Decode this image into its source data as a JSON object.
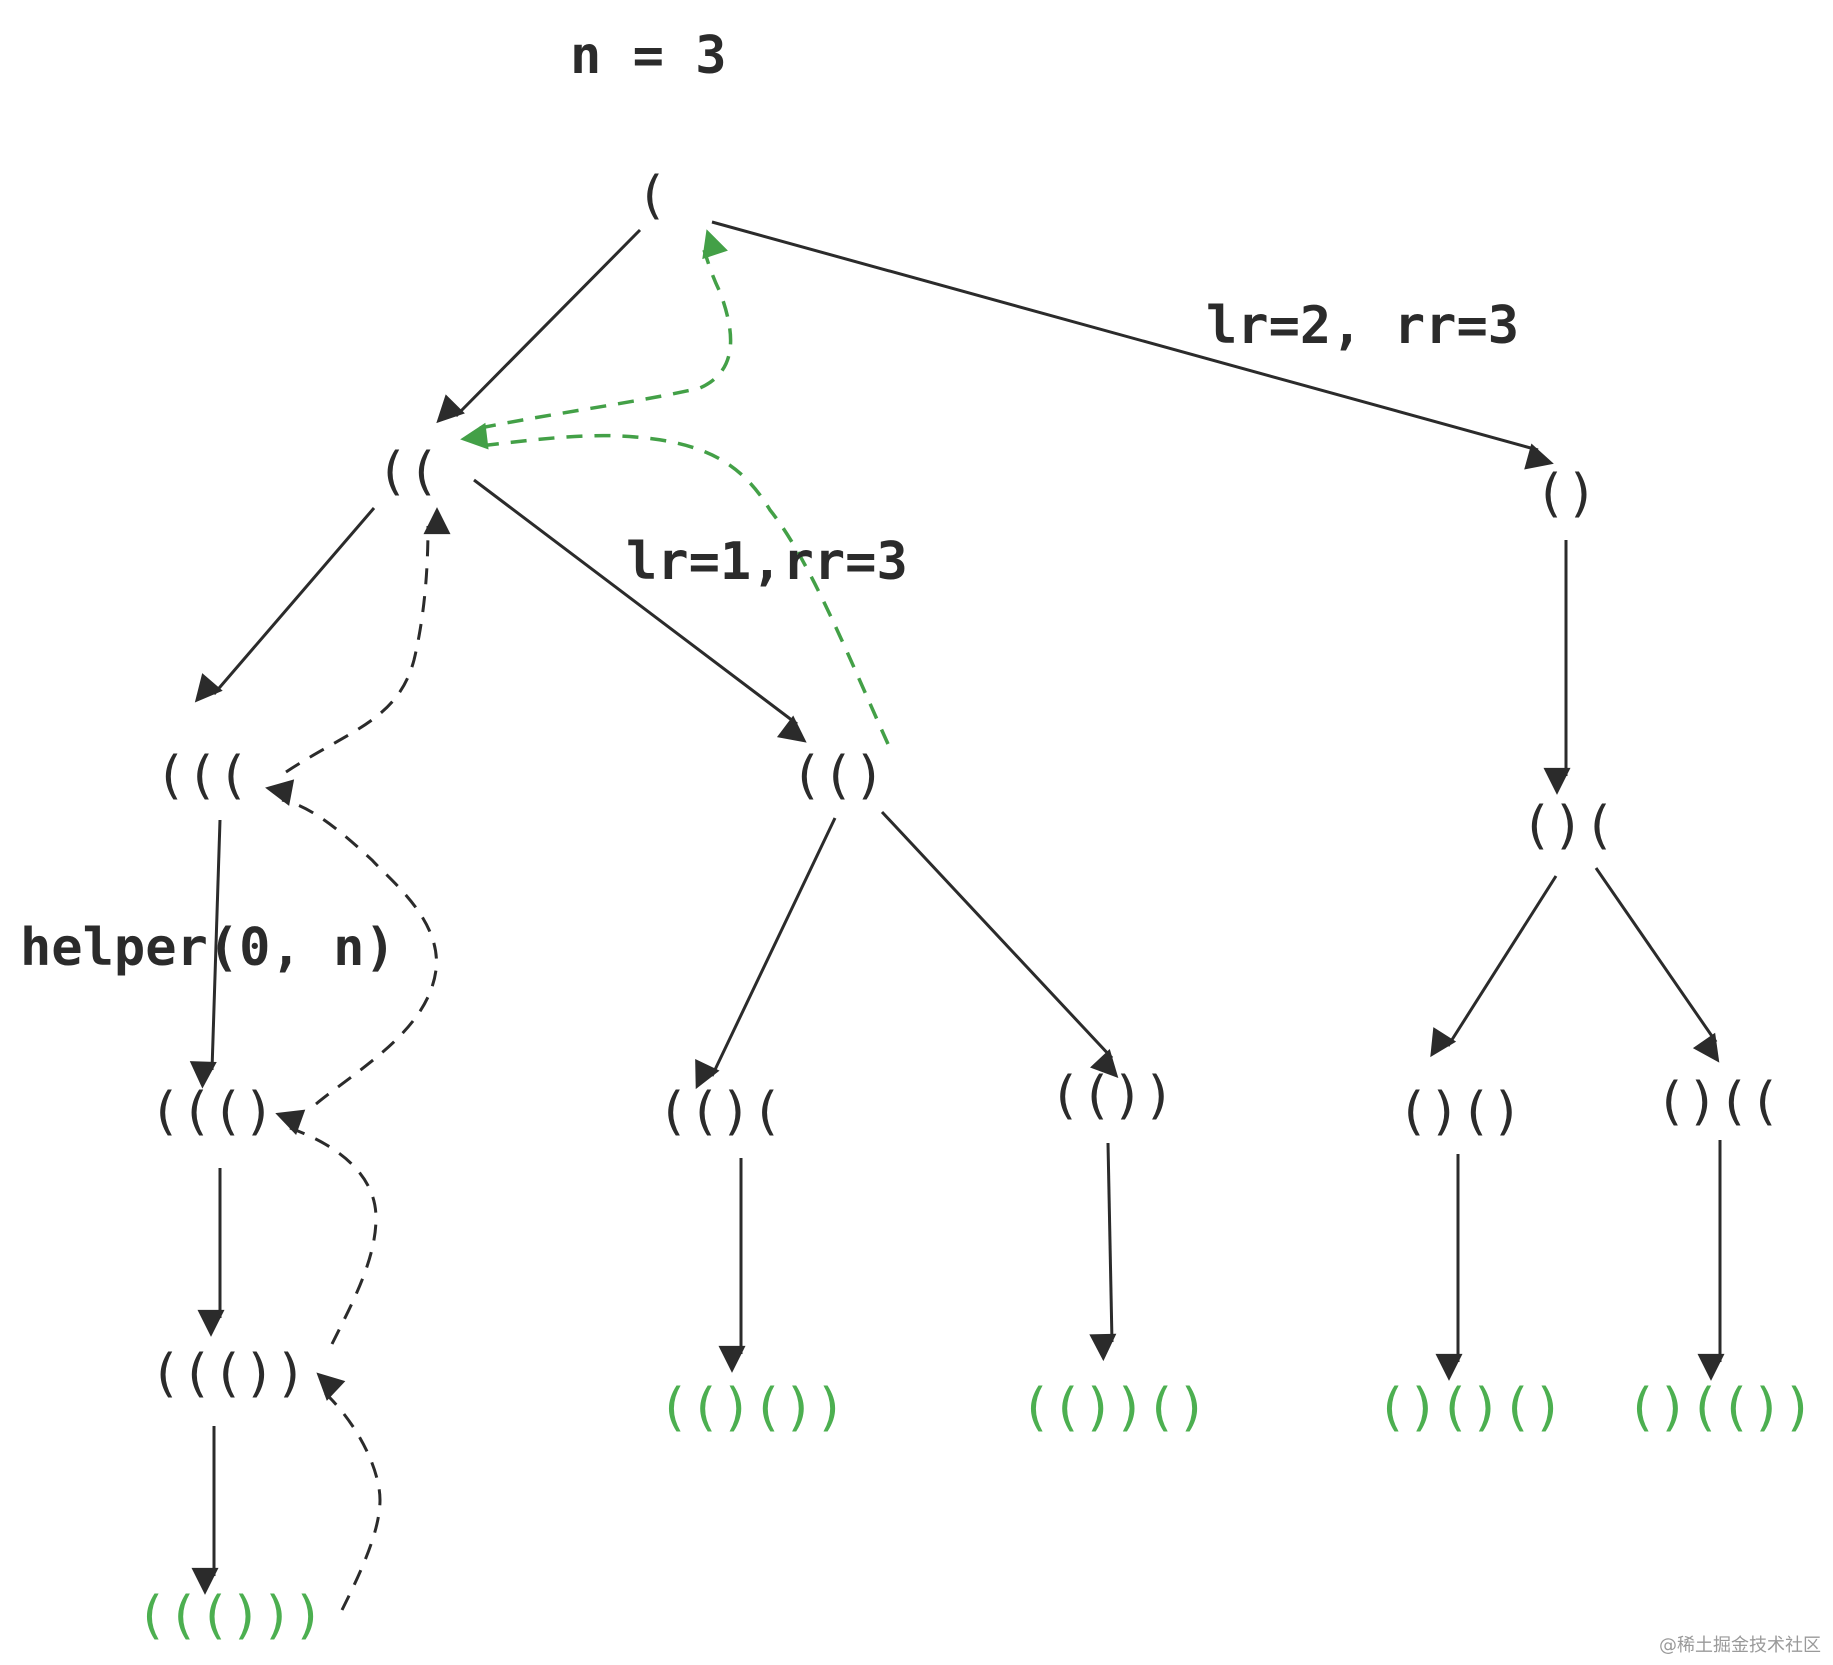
{
  "title": "n = 3",
  "nodes": {
    "root": "(",
    "cc": "((",
    "lp_rp": "()",
    "ccc": "(((",
    "cc_rp": "(()",
    "lp_rp_lp": "()(",
    "ccc_rp": "((()",
    "cc_rp_lp": "(()(",
    "cc_rp_rp": "(())",
    "lp_rp_lp_rp": "()()",
    "lp_rp_lp_lp": "()((",
    "ccc_rp_rp": "((())",
    "res_ccc": "((()))",
    "res_ccrc": "(()())",
    "res_ccrr": "(())()",
    "res_rrr": "()()()",
    "res_rcc": "()(())"
  },
  "edge_labels": {
    "root_right": "lr=2, rr=3",
    "cc_right": "lr=1,rr=3",
    "helper": "helper(0, n)"
  },
  "watermark": "@稀土掘金技术社区",
  "colors": {
    "text": "#2b2b2b",
    "result": "#4caf50",
    "edge": "#2b2b2b",
    "backtrack_green": "#43a047"
  }
}
